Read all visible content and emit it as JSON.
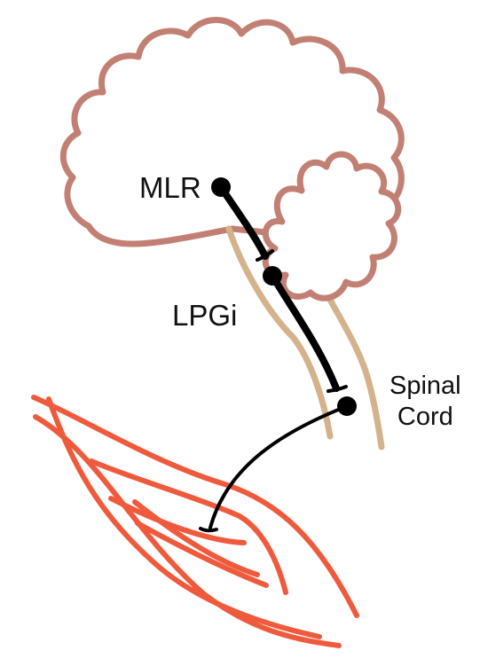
{
  "labels": {
    "mlr": "MLR",
    "lpgi": "LPGi",
    "spinal_cord_line1": "Spinal",
    "spinal_cord_line2": "Cord"
  },
  "colors": {
    "brain_outline": "#c28074",
    "brainstem_spinal": "#d4b28c",
    "neuron": "#000000",
    "muscle": "#ef5a3c",
    "text": "#111111"
  }
}
